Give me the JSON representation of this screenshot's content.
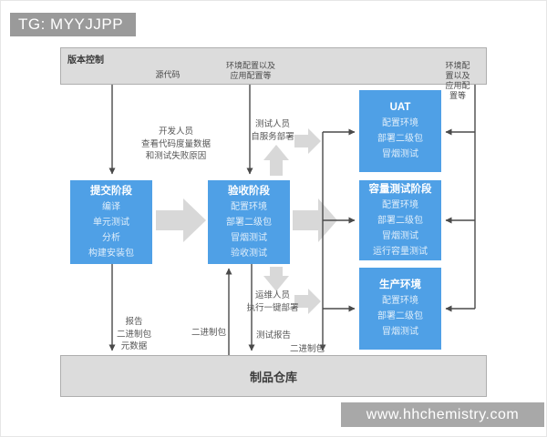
{
  "badge": {
    "text": "TG: MYYJJPP"
  },
  "watermark": {
    "text": "www.hhchemistry.com"
  },
  "colors": {
    "stage_blue": "#4fa0e6",
    "bar_gray": "#dcdcdc",
    "badge_gray": "#9a9a9a",
    "block_arrow_gray": "#d8d8d8",
    "connector_dark": "#4a4a4a"
  },
  "version_control_bar": {
    "title": "版本控制",
    "source_code_label": "源代码",
    "env_config_line1": "环境配置以及",
    "env_config_line2": "应用配置等"
  },
  "stages": {
    "commit": {
      "title": "提交阶段",
      "items": [
        "编译",
        "单元测试",
        "分析",
        "构建安装包"
      ]
    },
    "acceptance": {
      "title": "验收阶段",
      "items": [
        "配置环境",
        "部署二级包",
        "冒烟测试",
        "验收测试"
      ]
    },
    "uat": {
      "title": "UAT",
      "items": [
        "配置环境",
        "部署二级包",
        "冒烟测试"
      ]
    },
    "capacity": {
      "title": "容量测试阶段",
      "items": [
        "配置环境",
        "部署二级包",
        "冒烟测试",
        "运行容量测试"
      ]
    },
    "production": {
      "title": "生产环境",
      "items": [
        "配置环境",
        "部署二级包",
        "冒烟测试"
      ]
    }
  },
  "artifact_repo": {
    "title": "制品仓库"
  },
  "annotations": {
    "developer_line1": "开发人员",
    "developer_line2": "查看代码度量数据",
    "developer_line3": "和测试失败原因",
    "tester_line1": "测试人员",
    "tester_line2": "自服务部署",
    "ops_line1": "运维人员",
    "ops_line2": "执行一键部署",
    "report": "报告",
    "binary_package_a": "二进制包",
    "metadata": "元数据",
    "binary_package_b": "二进制包",
    "test_report": "测试报告",
    "binary_package_c": "二进制包"
  }
}
